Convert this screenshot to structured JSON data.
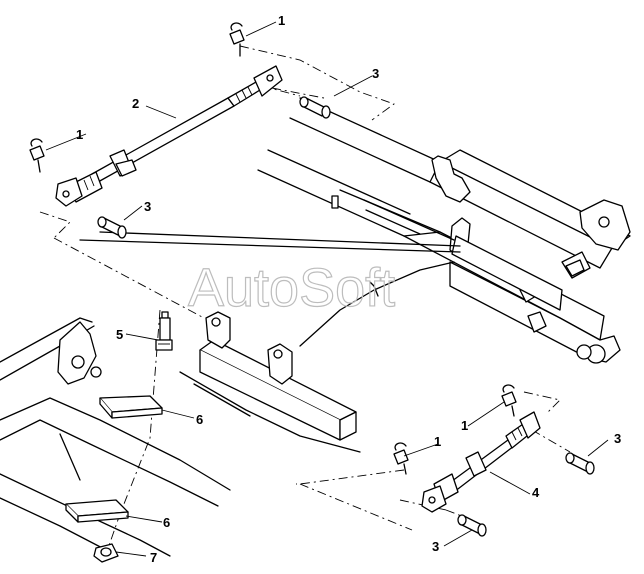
{
  "watermark": "AutoSoft",
  "callouts": {
    "c1a": "1",
    "c1b": "1",
    "c1c": "1",
    "c1d": "1",
    "c2": "2",
    "c3a": "3",
    "c3b": "3",
    "c3c": "3",
    "c3d": "3",
    "c4": "4",
    "c5": "5",
    "c6a": "6",
    "c6b": "6",
    "c7": "7"
  }
}
